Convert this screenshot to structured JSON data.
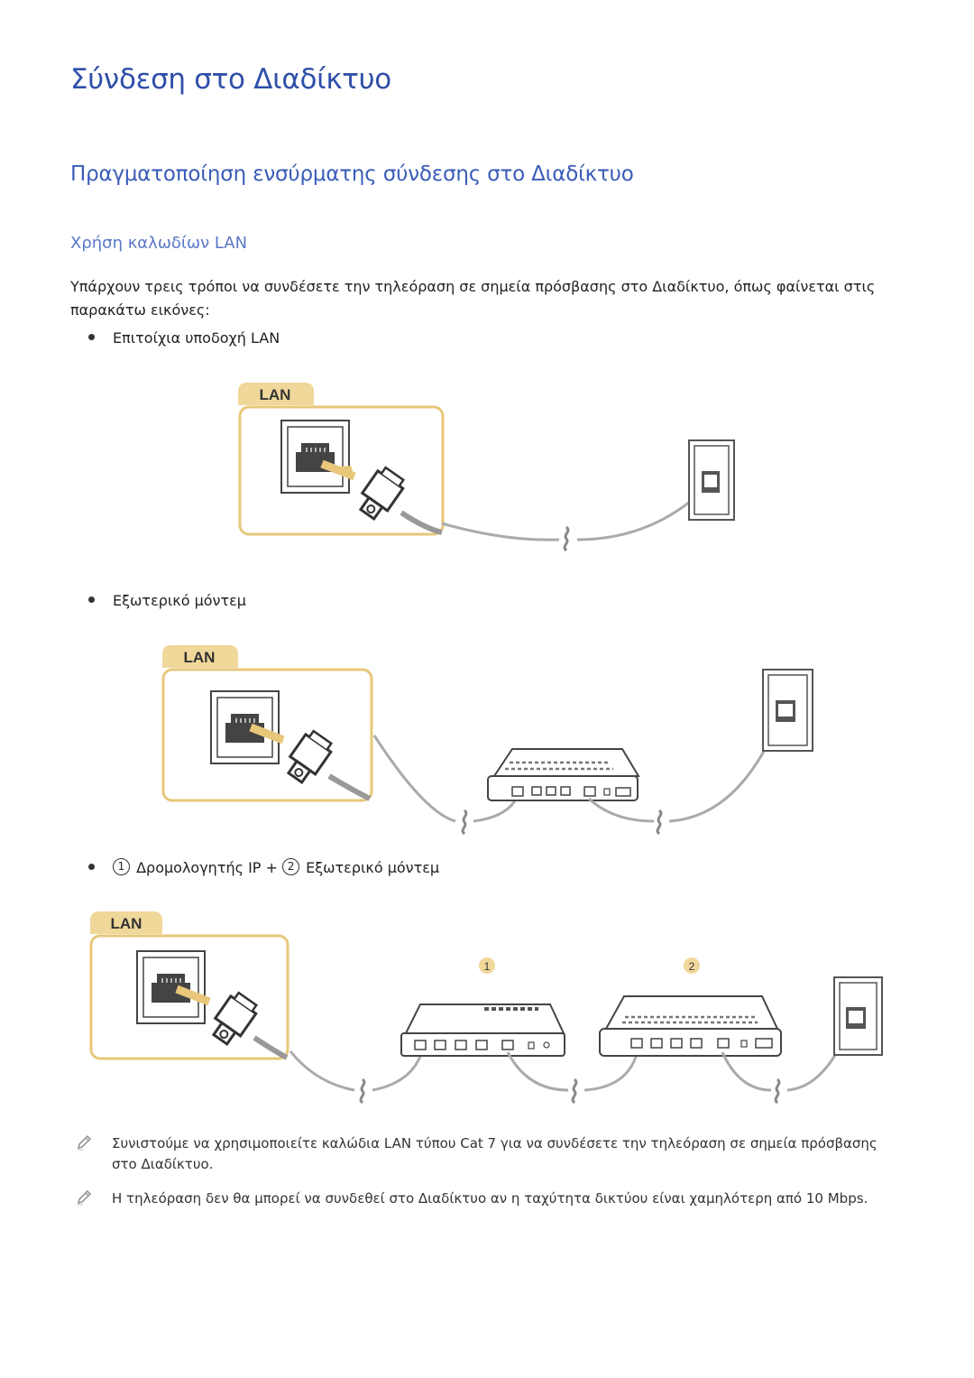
{
  "page": {
    "title": "Σύνδεση στο Διαδίκτυο",
    "section_title": "Πραγματοποίηση ενσύρματης σύνδεσης στο Διαδίκτυο",
    "subsection_title": "Χρήση καλωδίων LAN",
    "intro": "Υπάρχουν τρεις τρόποι να συνδέσετε την τηλεόραση σε σημεία πρόσβασης στο Διαδίκτυο, όπως φαίνεται στις παρακάτω εικόνες:"
  },
  "methods": [
    {
      "label": "Επιτοίχια υποδοχή LAN"
    },
    {
      "label": "Εξωτερικό μόντεμ"
    },
    {
      "mark1": "1",
      "part1": "Δρομολογητής IP + ",
      "mark2": "2",
      "part2": "Εξωτερικό μόντεμ"
    }
  ],
  "figures": {
    "lan_tab_label": "LAN",
    "device_marker_1": "1",
    "device_marker_2": "2",
    "accent_color": "#e8c77a",
    "tab_color": "#f0d79a"
  },
  "notes": [
    {
      "icon": "pencil-icon",
      "text": "Συνιστούμε να χρησιμοποιείτε καλώδια LAN τύπου Cat 7 για να συνδέσετε την τηλεόραση σε σημεία πρόσβασης στο Διαδίκτυο."
    },
    {
      "icon": "pencil-icon",
      "text": "Η τηλεόραση δεν θα μπορεί να συνδεθεί στο Διαδίκτυο αν η ταχύτητα δικτύου είναι χαμηλότερη από 10 Mbps."
    }
  ]
}
